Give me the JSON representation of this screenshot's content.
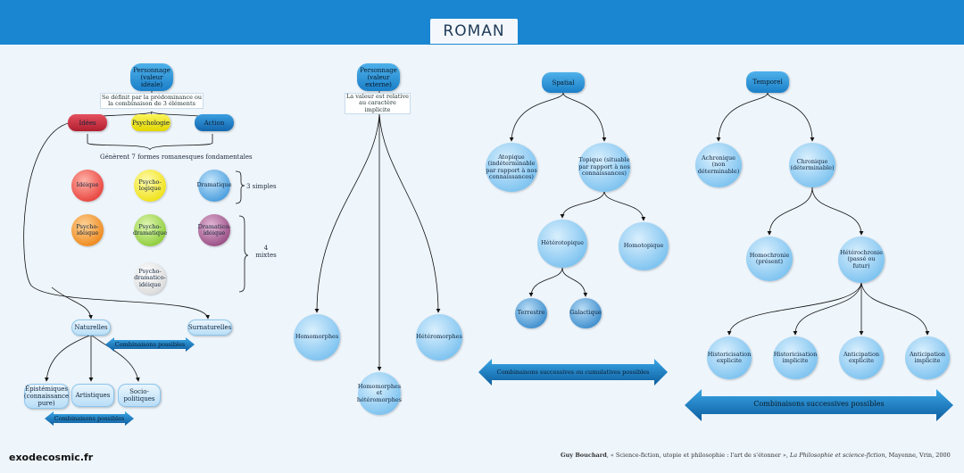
{
  "title": "ROMAN",
  "left": {
    "root": "Personnage (valeur idéale)",
    "note": "Se définit par la prédominance ou la combinaison de 3 éléments",
    "elements": [
      "Idées",
      "Psychologie",
      "Action"
    ],
    "genres_label": "Génèrent 7 formes romanesques fondamentales",
    "simple_forms": [
      "Idéique",
      "Psycho-logique",
      "Dramatique"
    ],
    "simple_label": "3 simples",
    "mixed_forms": [
      "Psycho-idéique",
      "Psycho-dramatique",
      "Dramatico-idéique",
      "Psycho-dramatico-idéique"
    ],
    "mixed_label": "4 mixtes",
    "naturelles": "Naturelles",
    "surnaturelles": "Surnaturelles",
    "combo1": "Combinaisons possibles",
    "sub": [
      "Épistémiques (connaissance pure)",
      "Artistiques",
      "Socio-politiques"
    ],
    "combo2": "Combinaisons possibles"
  },
  "middle": {
    "root": "Personnage (valeur externe)",
    "note": "La valeur est relative au caractère implicite",
    "children": [
      "Homomorphes",
      "Homomorphes et hétéromorphes",
      "Hétéromorphes"
    ]
  },
  "spatial": {
    "root": "Spatial",
    "atopique": "Atopique (indéterminable par rapport à nos connaissances)",
    "topique": "Topique (situable par rapport à nos connaissances)",
    "heterotopique": "Hétérotopique",
    "homotopique": "Homotopique",
    "terrestre": "Terrestre",
    "galactique": "Galactique",
    "combo": "Combinaisons successives ou cumulatives possibles"
  },
  "temporel": {
    "root": "Temporel",
    "achronique": "Achronique (non déterminable)",
    "chronique": "Chronique (déterminable)",
    "homochronie": "Homochronie (présent)",
    "heterochronie": "Hétérochronie (passé ou futur)",
    "leaves": [
      "Historicisation explicite",
      "Historicisation implicite",
      "Anticipation explicite",
      "Anticipation implicite"
    ],
    "combo": "Combinaisons successives possibles"
  },
  "footer": {
    "site": "exodecosmic.fr",
    "author": "Guy Bouchard",
    "citation": ", « Science-fiction, utopie et philosophie : l'art de s'étonner », ",
    "book": "La Philosophie et science-fiction",
    "publisher": ", Mayenne, Vrin, 2000"
  }
}
